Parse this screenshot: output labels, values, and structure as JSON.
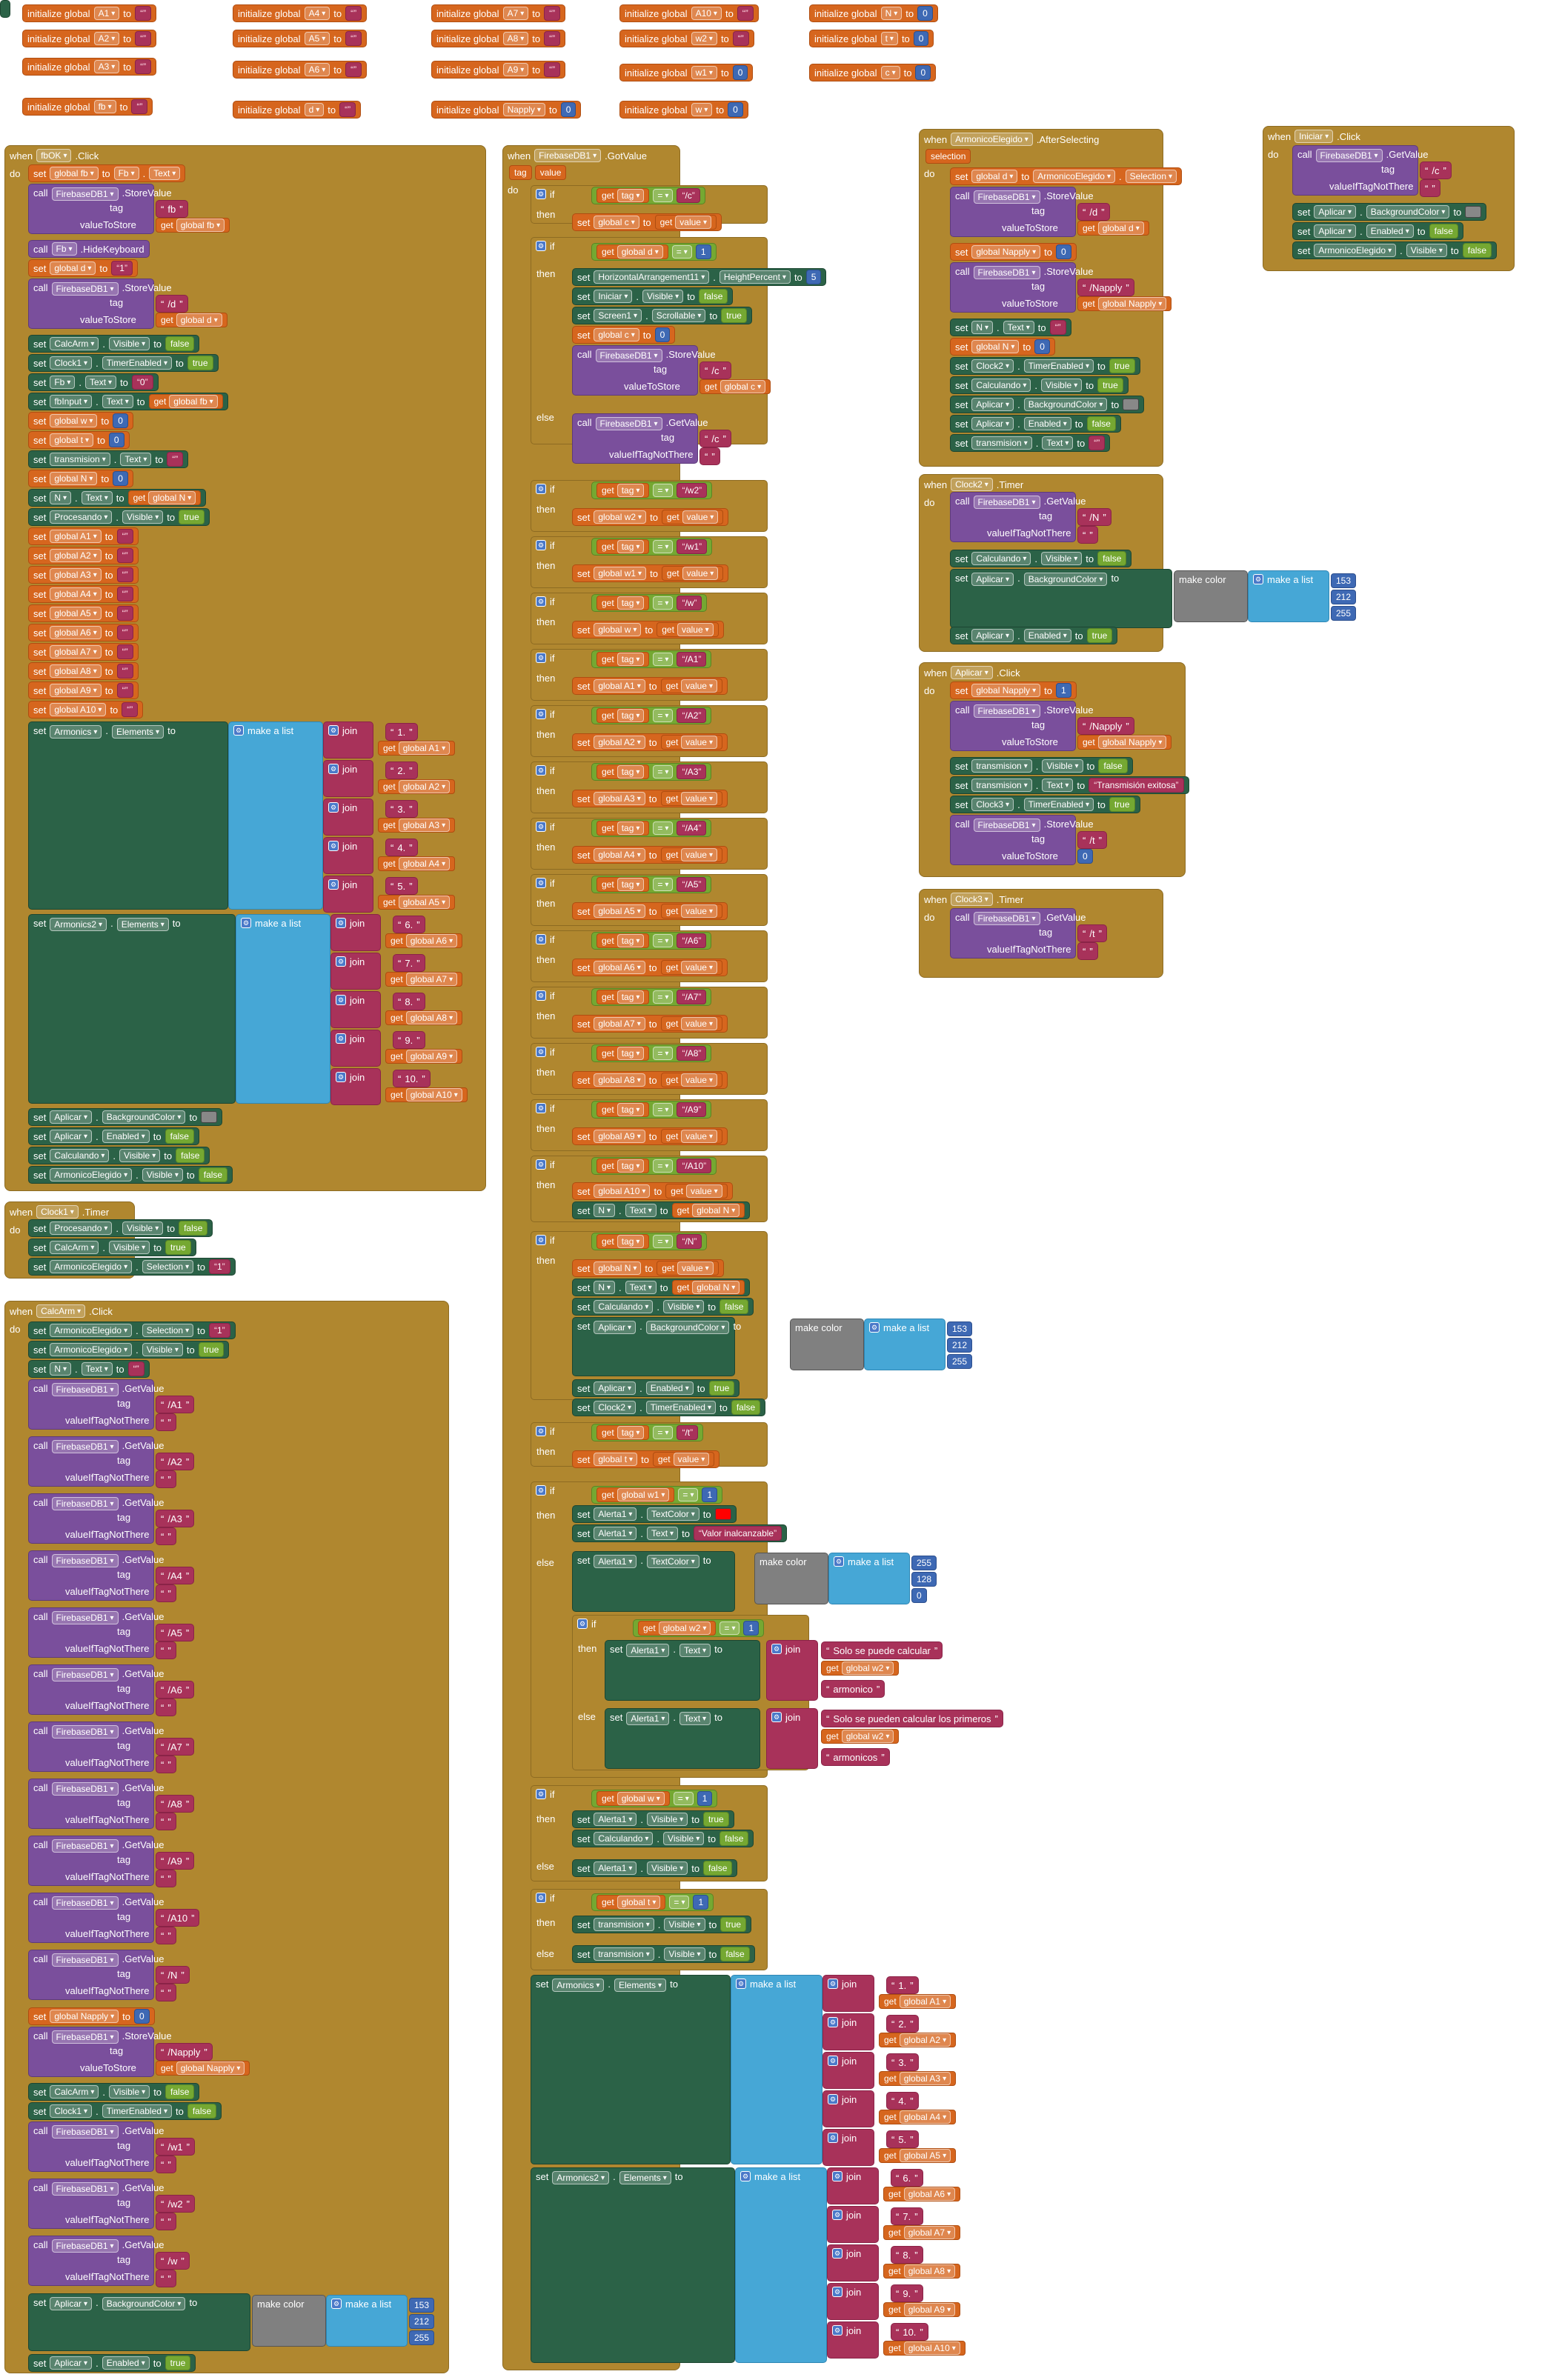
{
  "inits": [
    {
      "name": "A1",
      "val": "\" \""
    },
    {
      "name": "A4",
      "val": "\" \""
    },
    {
      "name": "A7",
      "val": "\" \""
    },
    {
      "name": "A10",
      "val": "\" \""
    },
    {
      "name": "N",
      "val": "0"
    },
    {
      "name": "A2",
      "val": "\" \""
    },
    {
      "name": "A5",
      "val": "\" \""
    },
    {
      "name": "A8",
      "val": "\" \""
    },
    {
      "name": "w2",
      "val": "\" \""
    },
    {
      "name": "t",
      "val": "0"
    },
    {
      "name": "A3",
      "val": "\" \""
    },
    {
      "name": "A6",
      "val": "\" \""
    },
    {
      "name": "A9",
      "val": "\" \""
    },
    {
      "name": "w1",
      "val": "0"
    },
    {
      "name": "c",
      "val": "0"
    },
    {
      "name": "fb",
      "val": "\" \""
    },
    {
      "name": "d",
      "val": "\" \""
    },
    {
      "name": "Napply",
      "val": "0"
    },
    {
      "name": "w",
      "val": "0"
    }
  ],
  "kw": {
    "initialize_global": "initialize global",
    "to": "to",
    "when": "when",
    "do": "do",
    "set": "set",
    "call": "call",
    "get": "get",
    "if": "if",
    "then": "then",
    "else": "else",
    "join": "join",
    "make_a_list": "make a list",
    "make_color": "make color",
    "tag": "tag",
    "valueToStore": "valueToStore",
    "valueIfTagNotThere": "valueIfTagNotThere",
    "eq": "=",
    "true": "true",
    "false": "false",
    "click": "Click",
    "timer": "Timer",
    "gotvalue": "GotValue",
    "after_selecting": "AfterSelecting",
    "selection": "selection",
    "value": "value",
    "tag_param": "tag"
  },
  "events": {
    "fbOK": {
      "comp": "fbOK",
      "evt": "Click"
    },
    "clock1": {
      "comp": "Clock1",
      "evt": "Timer"
    },
    "calcarm": {
      "comp": "CalcArm",
      "evt": "Click"
    },
    "firebase": {
      "comp": "FirebaseDB1",
      "evt": "GotValue"
    },
    "armonico": {
      "comp": "ArmonicoElegido",
      "evt": "AfterSelecting"
    },
    "iniciar": {
      "comp": "Iniciar",
      "evt": "Click"
    },
    "clock2": {
      "comp": "Clock2",
      "evt": "Timer"
    },
    "aplicar": {
      "comp": "Aplicar",
      "evt": "Click"
    },
    "clock3": {
      "comp": "Clock3",
      "evt": "Timer"
    }
  },
  "strings": {
    "fb": "fb",
    "d": "/d",
    "c": "/c",
    "napply": "/Napply",
    "N": "/N",
    "w": "/w",
    "w1": "/w1",
    "w2": "/w2",
    "t": "/t",
    "A1": "/A1",
    "A2": "/A2",
    "A3": "/A3",
    "A4": "/A4",
    "A5": "/A5",
    "A6": "/A6",
    "A7": "/A7",
    "A8": "/A8",
    "A9": "/A9",
    "A10": "/A10",
    "transmision_ok": "Transmisión exitosa",
    "valor_inalcanzable": "Valor inalcanzable",
    "solo_puede": "Solo se puede calcular ",
    "solo_pueden": "Solo se pueden calcular los primeros ",
    "armonico": " armonico",
    "armonicos": " armonicos",
    "n1": "1.",
    "n2": "2.",
    "n3": "3.",
    "n4": "4.",
    "n5": "5.",
    "n6": "6.",
    "n7": "7.",
    "n8": "8.",
    "n9": "9.",
    "n10": "10."
  },
  "colors": {
    "azul": [
      153,
      212,
      255
    ],
    "alerta": [
      255,
      128,
      0
    ]
  },
  "props": {
    "Fb": "Fb",
    "Text": "Text",
    "FirebaseDB1": "FirebaseDB1",
    "StoreValue": "StoreValue",
    "GetValue": "GetValue",
    "HideKeyboard": "HideKeyboard",
    "CalcArm": "CalcArm",
    "Visible": "Visible",
    "Clock1": "Clock1",
    "Clock2": "Clock2",
    "Clock3": "Clock3",
    "TimerEnabled": "TimerEnabled",
    "fbInput": "fbInput",
    "transmision": "transmision",
    "N": "N",
    "Procesando": "Procesando",
    "Armonics": "Armonics",
    "Armonics2": "Armonics2",
    "Elements": "Elements",
    "Aplicar": "Aplicar",
    "BackgroundColor": "BackgroundColor",
    "Enabled": "Enabled",
    "Calculando": "Calculando",
    "ArmonicoElegido": "ArmonicoElegido",
    "Selection": "Selection",
    "HorizontalArrangement11": "HorizontalArrangement11",
    "HeightPercent": "HeightPercent",
    "Iniciar": "Iniciar",
    "Screen1": "Screen1",
    "Scrollable": "Scrollable",
    "Alerta1": "Alerta1",
    "TextColor": "TextColor"
  },
  "numbers": {
    "zero": "0",
    "one": "1",
    "five": "5"
  }
}
